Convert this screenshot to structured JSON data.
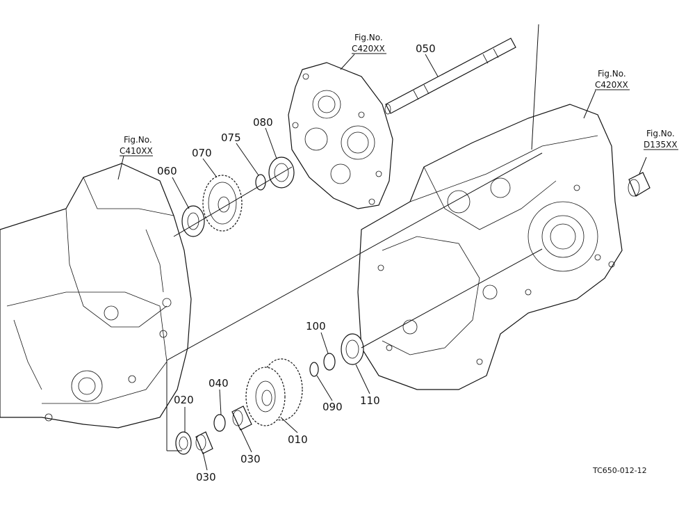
{
  "diagram": {
    "part_numbers": {
      "p010": "010",
      "p020": "020",
      "p030a": "030",
      "p030b": "030",
      "p040": "040",
      "p050": "050",
      "p060": "060",
      "p070": "070",
      "p075": "075",
      "p080": "080",
      "p090": "090",
      "p100": "100",
      "p110": "110"
    },
    "figure_refs": {
      "c410": {
        "title": "Fig.No.",
        "code": "C410XX"
      },
      "c420_top": {
        "title": "Fig.No.",
        "code": "C420XX"
      },
      "c420_right": {
        "title": "Fig.No.",
        "code": "C420XX"
      },
      "d135": {
        "title": "Fig.No.",
        "code": "D135XX"
      }
    },
    "drawing_code": "TC650-012-12"
  }
}
